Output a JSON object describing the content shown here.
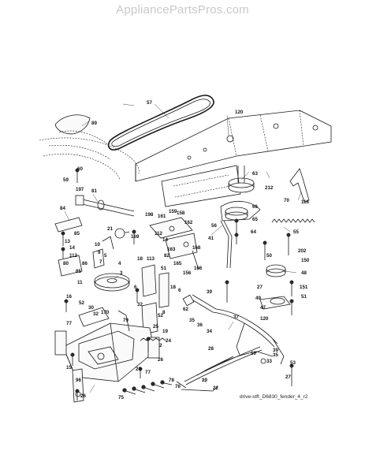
{
  "site": {
    "watermark": "AppliancePartsPros.com"
  },
  "diagram": {
    "caption": "drive-stft_D6830_fender_4_r2",
    "part_labels": [
      "57",
      "120",
      "89",
      "59",
      "60",
      "197",
      "81",
      "84",
      "85",
      "13",
      "14",
      "112",
      "11",
      "10",
      "21",
      "86",
      "85",
      "3",
      "4",
      "5",
      "16",
      "52",
      "30",
      "32",
      "170",
      "77",
      "79",
      "15",
      "96",
      "26",
      "75",
      "78",
      "76",
      "77",
      "27",
      "26",
      "2",
      "24",
      "19",
      "25",
      "52",
      "32",
      "8",
      "18",
      "113",
      "51",
      "6",
      "168",
      "165",
      "156",
      "166",
      "163",
      "162",
      "158",
      "159",
      "161",
      "198",
      "169",
      "112",
      "14",
      "82",
      "80",
      "9",
      "7",
      "6",
      "62",
      "35",
      "36",
      "34",
      "37",
      "28",
      "29",
      "22",
      "63",
      "212",
      "70",
      "116",
      "66",
      "65",
      "64",
      "56",
      "41",
      "55",
      "50",
      "202",
      "150",
      "48",
      "27",
      "151",
      "51",
      "47",
      "49",
      "120",
      "39",
      "33",
      "10",
      "27",
      "39",
      "53",
      "35",
      "18"
    ]
  }
}
